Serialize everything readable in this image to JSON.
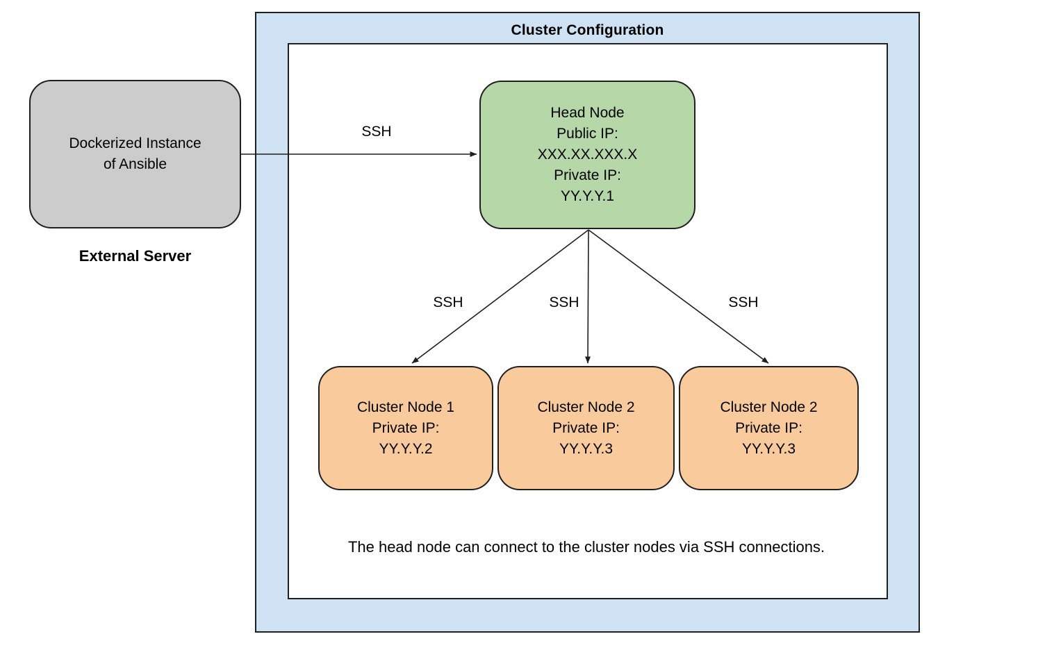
{
  "colors": {
    "outer_frame_bg": "#cfe2f3",
    "inner_panel_bg": "#ffffff",
    "head_node_bg": "#b6d7a8",
    "cluster_node_bg": "#f9cb9c",
    "external_node_bg": "#cccccc",
    "border": "#1f1f1f"
  },
  "title": "Cluster Configuration",
  "external_server": {
    "lines": [
      "Dockerized Instance",
      "of Ansible"
    ],
    "caption": "External Server"
  },
  "head_node": {
    "lines": [
      "Head Node",
      "Public IP:",
      "XXX.XX.XXX.X",
      "Private IP:",
      "YY.Y.Y.1"
    ]
  },
  "cluster_nodes": [
    {
      "lines": [
        "Cluster Node 1",
        "Private IP:",
        "YY.Y.Y.2"
      ]
    },
    {
      "lines": [
        "Cluster Node 2",
        "Private IP:",
        "YY.Y.Y.3"
      ]
    },
    {
      "lines": [
        "Cluster Node 2",
        "Private IP:",
        "YY.Y.Y.3"
      ]
    }
  ],
  "edges": {
    "external_to_head": "SSH",
    "head_to_node1": "SSH",
    "head_to_node2": "SSH",
    "head_to_node3": "SSH"
  },
  "footnote": "The head node can connect to the cluster nodes via SSH connections."
}
